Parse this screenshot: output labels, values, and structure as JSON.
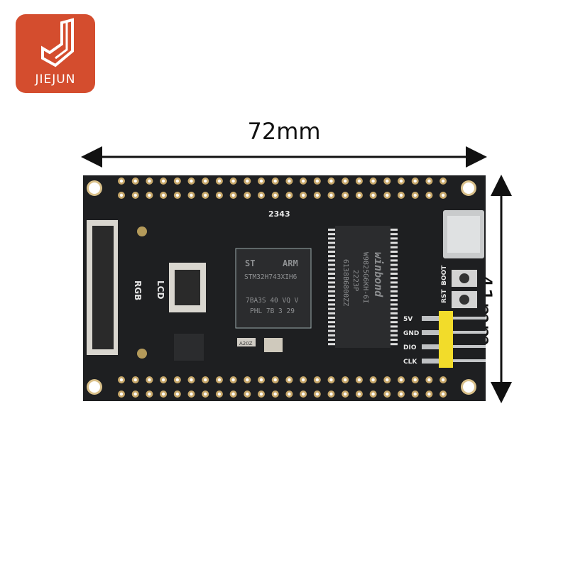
{
  "logo": {
    "brand": "JIEJUN",
    "color": "#d44d2e"
  },
  "dimensions": {
    "width_label": "72mm",
    "height_label": "41mm"
  },
  "board": {
    "color": "#1e1f21",
    "silkscreen": {
      "rgb": "RGB",
      "lcd": "LCD",
      "boot": "BOOT",
      "rst": "RST",
      "date_code": "2343"
    },
    "pins": [
      "5V",
      "GND",
      "DIO",
      "CLK"
    ],
    "mcu": {
      "brand": "ARM",
      "part": "STM32H743XIH6",
      "line2": "7BA3S 40 VQ V",
      "line3": "PHL 7B 3 29"
    },
    "sdram": {
      "brand": "winbond",
      "part": "W9825G6KH-6I",
      "line2": "2223P",
      "line3": "6138B6800ZZ"
    },
    "crystal_label": "A20Z",
    "header_color": "#f2dc2a"
  }
}
